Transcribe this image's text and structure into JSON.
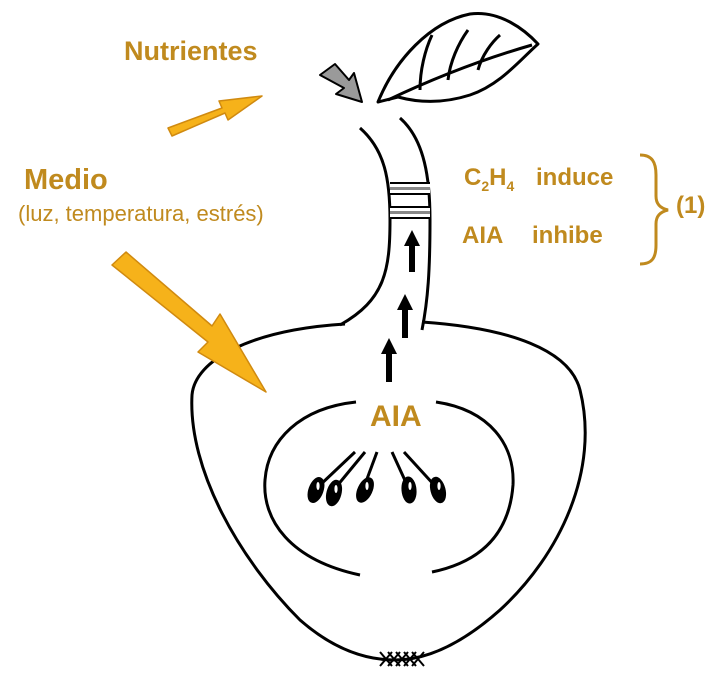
{
  "labels": {
    "nutrientes": "Nutrientes",
    "medio": "Medio",
    "medio_detail": "(luz, temperatura, estrés)",
    "aia_source": "AIA",
    "c2h4_base": "C",
    "c2h4_sub1": "2",
    "c2h4_mid": "H",
    "c2h4_sub2": "4",
    "induce": "induce",
    "aia_stem": "AIA",
    "inhibe": "inhibe",
    "reference": "(1)"
  },
  "colors": {
    "label": "#c08a1e",
    "arrow_fill": "#f6b21a",
    "arrow_stroke": "#d08a10",
    "line": "#000000",
    "gray_arrow": "#8c8c8c"
  },
  "icons": [
    "leaf-icon",
    "gray-arrow-icon",
    "orange-arrow-icon",
    "black-arrow-icon"
  ]
}
